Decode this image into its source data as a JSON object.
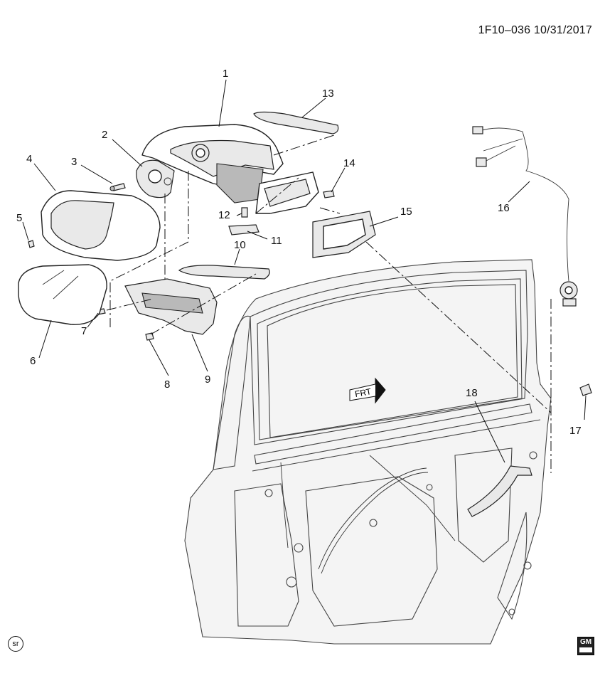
{
  "header": {
    "code": "1F10–036",
    "date": "10/31/2017"
  },
  "direction_label": "FRT",
  "callouts": [
    {
      "id": "1",
      "label": "1"
    },
    {
      "id": "2",
      "label": "2"
    },
    {
      "id": "3",
      "label": "3"
    },
    {
      "id": "4",
      "label": "4"
    },
    {
      "id": "5",
      "label": "5"
    },
    {
      "id": "6",
      "label": "6"
    },
    {
      "id": "7",
      "label": "7"
    },
    {
      "id": "8",
      "label": "8"
    },
    {
      "id": "9",
      "label": "9"
    },
    {
      "id": "10",
      "label": "10"
    },
    {
      "id": "11",
      "label": "11"
    },
    {
      "id": "12",
      "label": "12"
    },
    {
      "id": "13",
      "label": "13"
    },
    {
      "id": "14",
      "label": "14"
    },
    {
      "id": "15",
      "label": "15"
    },
    {
      "id": "16",
      "label": "16"
    },
    {
      "id": "17",
      "label": "17"
    },
    {
      "id": "18",
      "label": "18"
    }
  ],
  "footer": {
    "sr_symbol": "sr",
    "logo_text": "GM"
  },
  "icons": {
    "sr": "sr-circle-icon",
    "logo": "gm-logo-icon",
    "arrow": "front-arrow-icon"
  }
}
